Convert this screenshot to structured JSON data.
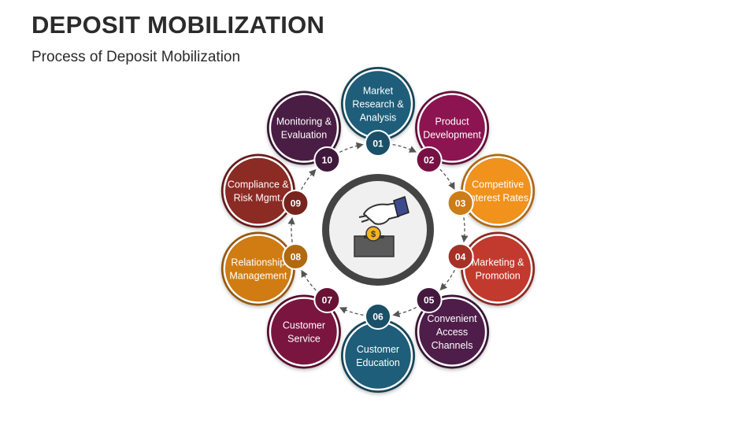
{
  "slide": {
    "title": "DEPOSIT MOBILIZATION",
    "subtitle": "Process of Deposit Mobilization"
  },
  "center": {
    "icon": "hand-depositing-coin-icon",
    "coin_symbol": "$"
  },
  "steps": [
    {
      "number": "01",
      "lines": [
        "Market",
        "Research &",
        "Analysis"
      ],
      "color": "#1e5e7a"
    },
    {
      "number": "02",
      "lines": [
        "Product",
        "Development"
      ],
      "color": "#8c1450"
    },
    {
      "number": "03",
      "lines": [
        "Competitive",
        "Interest Rates"
      ],
      "color": "#f0921c"
    },
    {
      "number": "04",
      "lines": [
        "Marketing &",
        "Promotion"
      ],
      "color": "#c23a2e"
    },
    {
      "number": "05",
      "lines": [
        "Convenient",
        "Access",
        "Channels"
      ],
      "color": "#4f1d4a"
    },
    {
      "number": "06",
      "lines": [
        "Customer",
        "Education"
      ],
      "color": "#1e5e7a"
    },
    {
      "number": "07",
      "lines": [
        "Customer",
        "Service"
      ],
      "color": "#7a1540"
    },
    {
      "number": "08",
      "lines": [
        "Relationship",
        "Management"
      ],
      "color": "#d07c12"
    },
    {
      "number": "09",
      "lines": [
        "Compliance &",
        "Risk Mgmt."
      ],
      "color": "#8c2a24"
    },
    {
      "number": "10",
      "lines": [
        "Monitoring &",
        "Evaluation"
      ],
      "color": "#4a1d45"
    }
  ]
}
